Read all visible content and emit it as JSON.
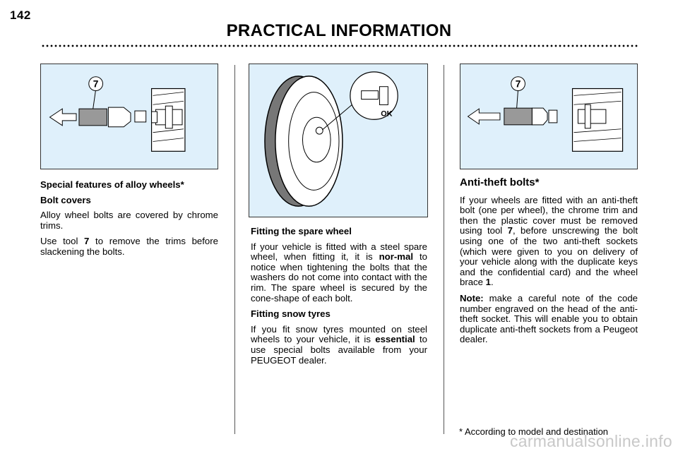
{
  "header": {
    "page_number": "142",
    "title": "PRACTICAL INFORMATION"
  },
  "figures": {
    "left_label": "7",
    "middle_label": "OK",
    "right_label": "7"
  },
  "col1": {
    "heading": "Special features of alloy wheels*",
    "subheading": "Bolt covers",
    "para1": "Alloy wheel bolts are covered by chrome trims.",
    "para2_a": "Use tool ",
    "para2_b": "7",
    "para2_c": " to remove the trims before slackening the bolts."
  },
  "col2": {
    "heading1": "Fitting the spare wheel",
    "para1_a": "If your vehicle is fitted with a steel spare wheel, when fitting it, it is ",
    "para1_b": "nor-mal",
    "para1_c": " to notice when tightening the bolts that the  washers do not come into contact with the rim. The spare wheel is secured by the cone-shape of each bolt.",
    "heading2": "Fitting snow tyres",
    "para2_a": "If you fit snow tyres mounted on steel wheels to your vehicle, it is ",
    "para2_b": "essential",
    "para2_c": " to use special bolts available from your PEUGEOT dealer."
  },
  "col3": {
    "heading": "Anti-theft bolts*",
    "para1_a": "If your wheels are fitted with an anti-theft bolt (one per wheel), the chrome trim and then the plastic cover must be removed using tool ",
    "para1_b": "7",
    "para1_c": ", before unscrewing the bolt using one of the two anti-theft sockets (which were given to you on delivery of your vehicle along with the duplicate keys and the confidential card) and the wheel brace ",
    "para1_d": "1",
    "para1_e": ".",
    "note_label": "Note:",
    "note_text": " make a careful note of the code number engraved on the head of the anti-theft socket. This will enable you to obtain duplicate anti-theft sockets from a Peugeot dealer."
  },
  "footnote": "* According to model and destination",
  "watermark": "carmanualsonline.info"
}
